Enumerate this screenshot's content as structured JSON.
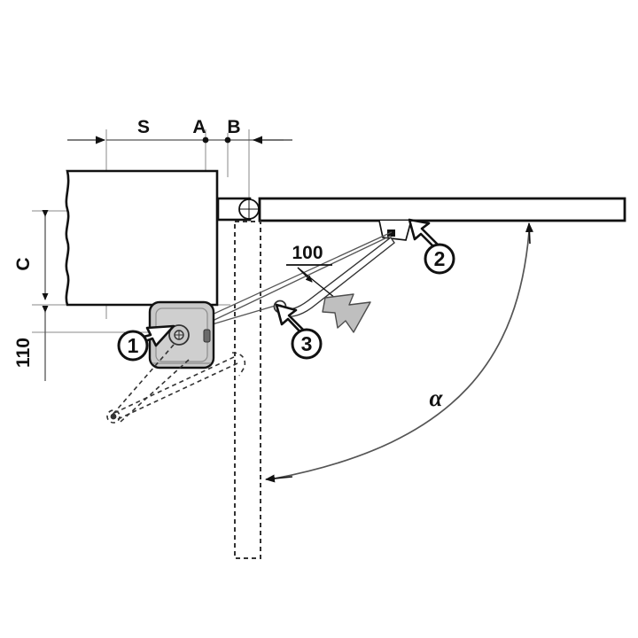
{
  "diagram": {
    "title": "Cabinet lift-up fitting installation drawing",
    "background": "#ffffff",
    "line_color": "#111111",
    "thin_line_color": "#6f6f6f",
    "fill_gray": "#c9c9c9",
    "fill_light": "#d8d8d8",
    "arrow_gray": "#bfbfbf"
  },
  "dimensions": {
    "s_label": "S",
    "a_label": "A",
    "b_label": "B",
    "c_label": "C",
    "bottom_label": "110",
    "gap_label": "100",
    "angle_label": "α"
  },
  "callouts": [
    {
      "id": "1",
      "label": "1",
      "meaning": "drive-unit-pivot"
    },
    {
      "id": "2",
      "label": "2",
      "meaning": "door-bracket-fixing-point"
    },
    {
      "id": "3",
      "label": "3",
      "meaning": "linkage-arm-joint"
    }
  ],
  "parts": {
    "cabinet_side": "cabinet-side-panel",
    "door_panel": "door-flap-panel",
    "drive_unit": "lift-drive-unit",
    "door_open_position": "door-open-outline",
    "door_closed_position": "door-closed-dashed-outline",
    "swing_arc": "door-swing-arc",
    "motion_arrow": "motion-direction-arrow"
  }
}
